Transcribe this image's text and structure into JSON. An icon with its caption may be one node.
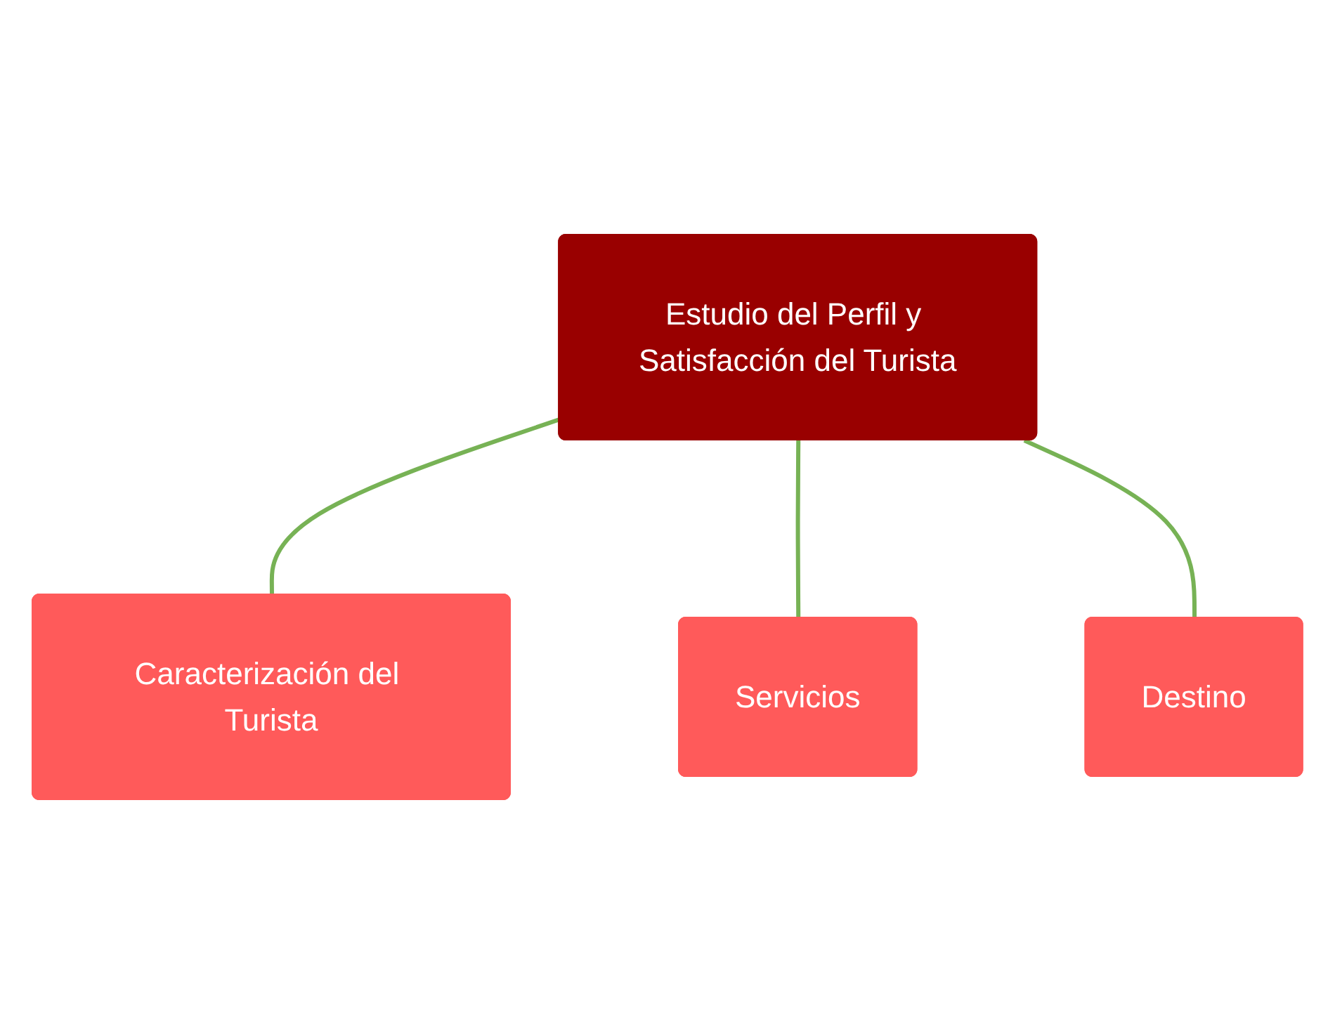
{
  "diagram": {
    "nodes": [
      {
        "text": [
          "Caracterización del Turista"
        ]
      },
      {
        "text": [
          "Estudio del Perfil y Satisfacción del Turista"
        ]
      },
      {
        "text": [
          "Servicios"
        ]
      },
      {
        "text": [
          "Destino"
        ]
      }
    ],
    "edges": [
      {
        "from": 1,
        "to": 0,
        "arrow": "none"
      },
      {
        "from": 1,
        "to": 2,
        "arrow": "none"
      },
      {
        "from": 1,
        "to": 3,
        "arrow": "none"
      }
    ]
  }
}
